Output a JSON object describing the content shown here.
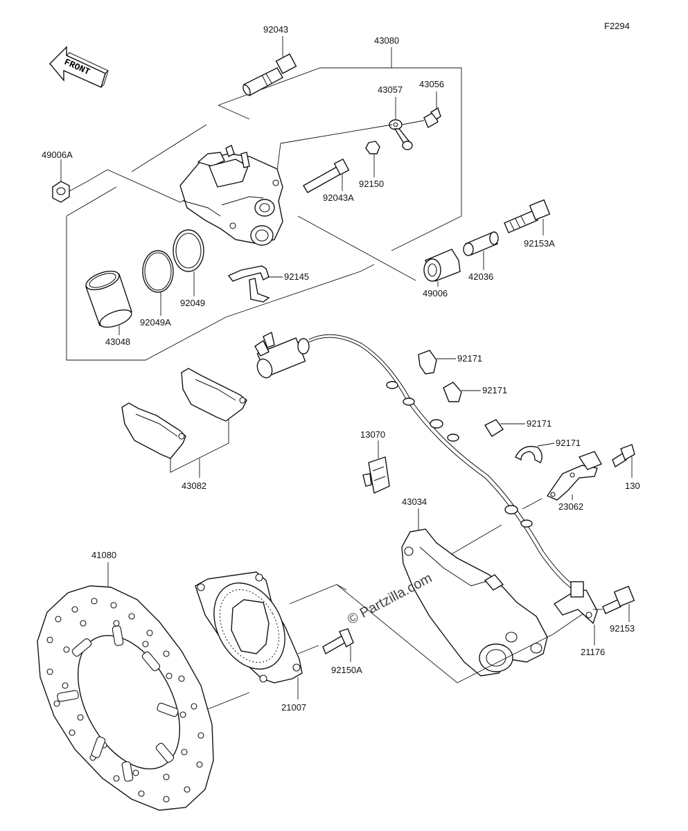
{
  "diagram_code": "F2294",
  "front_label": "FRONT",
  "watermark": "© Partzilla.com",
  "parts": {
    "p92043": "92043",
    "p43080": "43080",
    "p43057": "43057",
    "p43056": "43056",
    "p49006A": "49006A",
    "p92150": "92150",
    "p92043A": "92043A",
    "p92153A": "92153A",
    "p42036": "42036",
    "p49006": "49006",
    "p92145": "92145",
    "p92049": "92049",
    "p92049A": "92049A",
    "p43048": "43048",
    "p92171a": "92171",
    "p92171b": "92171",
    "p92171c": "92171",
    "p92171d": "92171",
    "p13070": "13070",
    "p130": "130",
    "p23062": "23062",
    "p43082": "43082",
    "p43034": "43034",
    "p41080": "41080",
    "p92153": "92153",
    "p21176": "21176",
    "p92150A": "92150A",
    "p21007": "21007"
  }
}
